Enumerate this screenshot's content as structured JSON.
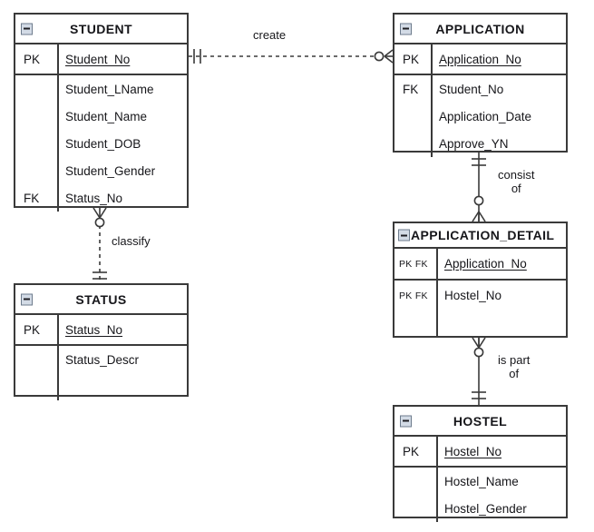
{
  "diagram": {
    "type": "entity-relationship-diagram",
    "notation": "crows-foot",
    "background_color": "#ffffff",
    "line_color": "#3a3a3a",
    "text_color": "#16161a",
    "collapse_icon_name": "collapse-minus-icon"
  },
  "entities": [
    {
      "id": "student",
      "name": "STUDENT",
      "groups": [
        {
          "rows": [
            {
              "key": "PK",
              "attribute": "Student_No",
              "underlined": true
            }
          ]
        },
        {
          "rows": [
            {
              "key": "",
              "attribute": "Student_LName",
              "underlined": false
            },
            {
              "key": "",
              "attribute": "Student_Name",
              "underlined": false
            },
            {
              "key": "",
              "attribute": "Student_DOB",
              "underlined": false
            },
            {
              "key": "",
              "attribute": "Student_Gender",
              "underlined": false
            },
            {
              "key": "FK",
              "attribute": "Status_No",
              "underlined": false
            }
          ]
        }
      ]
    },
    {
      "id": "application",
      "name": "APPLICATION",
      "groups": [
        {
          "rows": [
            {
              "key": "PK",
              "attribute": "Application_No",
              "underlined": true
            }
          ]
        },
        {
          "rows": [
            {
              "key": "FK",
              "attribute": "Student_No",
              "underlined": false
            },
            {
              "key": "",
              "attribute": "Application_Date",
              "underlined": false
            },
            {
              "key": "",
              "attribute": "Approve_YN",
              "underlined": false
            }
          ]
        }
      ]
    },
    {
      "id": "application_detail",
      "name": "APPLICATION_DETAIL",
      "groups": [
        {
          "rows": [
            {
              "key": "PK FK",
              "attribute": "Application_No",
              "underlined": true
            }
          ]
        },
        {
          "rows": [
            {
              "key": "PK FK",
              "attribute": "Hostel_No",
              "underlined": false
            },
            {
              "key": "",
              "attribute": "",
              "underlined": false
            }
          ]
        }
      ]
    },
    {
      "id": "status",
      "name": "STATUS",
      "groups": [
        {
          "rows": [
            {
              "key": "PK",
              "attribute": "Status_No",
              "underlined": true
            }
          ]
        },
        {
          "rows": [
            {
              "key": "",
              "attribute": "Status_Descr",
              "underlined": false
            },
            {
              "key": "",
              "attribute": "",
              "underlined": false
            }
          ]
        }
      ]
    },
    {
      "id": "hostel",
      "name": "HOSTEL",
      "groups": [
        {
          "rows": [
            {
              "key": "PK",
              "attribute": "Hostel_No",
              "underlined": true
            }
          ]
        },
        {
          "rows": [
            {
              "key": "",
              "attribute": "Hostel_Name",
              "underlined": false
            },
            {
              "key": "",
              "attribute": "Hostel_Gender",
              "underlined": false
            }
          ]
        }
      ]
    }
  ],
  "relationships": [
    {
      "id": "create",
      "label": "create",
      "from": "STUDENT",
      "to": "APPLICATION",
      "line_style": "dashed",
      "from_cardinality": "one-and-only-one",
      "to_cardinality": "zero-or-many"
    },
    {
      "id": "classify",
      "label": "classify",
      "from": "STUDENT",
      "to": "STATUS",
      "line_style": "dashed",
      "from_cardinality": "zero-or-many",
      "to_cardinality": "one-and-only-one"
    },
    {
      "id": "consist_of",
      "label_line1": "consist",
      "label_line2": "of",
      "from": "APPLICATION",
      "to": "APPLICATION_DETAIL",
      "line_style": "solid",
      "from_cardinality": "one-and-only-one",
      "to_cardinality": "zero-or-many"
    },
    {
      "id": "is_part_of",
      "label_line1": "is part",
      "label_line2": "of",
      "from": "APPLICATION_DETAIL",
      "to": "HOSTEL",
      "line_style": "solid",
      "from_cardinality": "zero-or-many",
      "to_cardinality": "one-and-only-one"
    }
  ]
}
